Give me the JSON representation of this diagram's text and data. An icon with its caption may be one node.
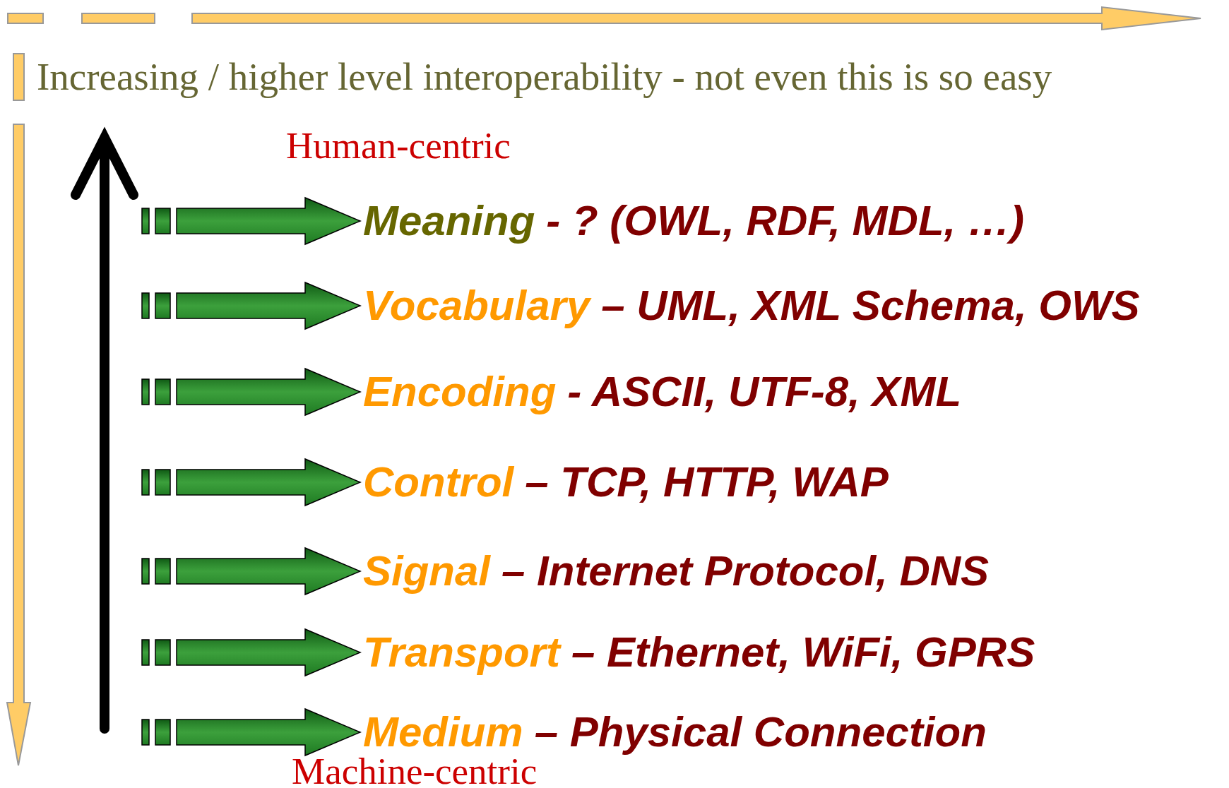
{
  "diagram": {
    "nodes": [
      {
        "text": [
          "Meaning",
          "- ? (OWL, RDF, MDL, …)"
        ]
      },
      {
        "text": [
          "Vocabulary",
          "– UML, XML Schema, OWS"
        ]
      },
      {
        "text": [
          "Encoding",
          "- ASCII, UTF-8, XML"
        ]
      },
      {
        "text": [
          "Control",
          "– TCP, HTTP, WAP"
        ]
      },
      {
        "text": [
          "Signal",
          "– Internet Protocol, DNS"
        ]
      },
      {
        "text": [
          "Transport",
          "– Ethernet, WiFi, GPRS"
        ]
      },
      {
        "text": [
          "Medium",
          "– Physical Connection"
        ]
      }
    ],
    "edges": [
      {
        "from": null,
        "to": 0,
        "arrow": "to"
      },
      {
        "from": null,
        "to": 1,
        "arrow": "to"
      },
      {
        "from": null,
        "to": 2,
        "arrow": "to"
      },
      {
        "from": null,
        "to": 3,
        "arrow": "to"
      },
      {
        "from": null,
        "to": 4,
        "arrow": "to"
      },
      {
        "from": null,
        "to": 5,
        "arrow": "to"
      },
      {
        "from": null,
        "to": 6,
        "arrow": "to"
      }
    ],
    "labels": [
      "Increasing / higher level interoperability - not even this is so easy",
      "Human-centric",
      "Machine-centric"
    ]
  }
}
